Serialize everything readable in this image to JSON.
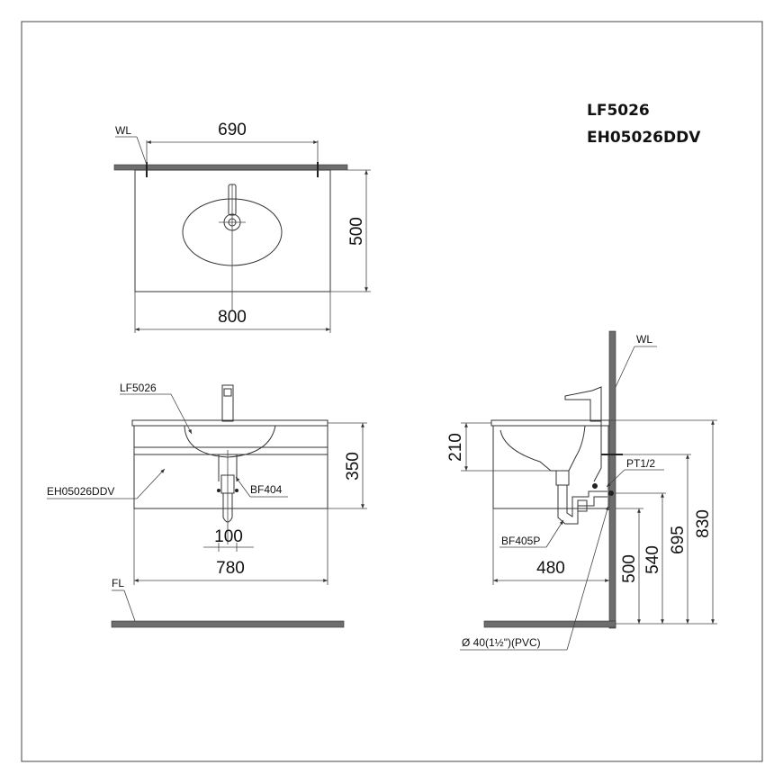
{
  "models": [
    "LF5026",
    "EH05026DDV"
  ],
  "top_view": {
    "wall_label": "WL",
    "width_top": "690",
    "depth": "500",
    "width_bottom": "800"
  },
  "front_view": {
    "basin_label": "LF5026",
    "cabinet_label": "EH05026DDV",
    "waste_label": "BF404",
    "height": "350",
    "drain_offset": "100",
    "width": "780",
    "floor_label": "FL"
  },
  "side_view": {
    "wall_label": "WL",
    "basin_depth": "210",
    "supply_label": "PT1/2",
    "waste_label": "BF405P",
    "depth": "480",
    "h1": "500",
    "h2": "540",
    "h3": "695",
    "h4": "830",
    "pipe_label": "Ø  40(1½\")(PVC)"
  }
}
